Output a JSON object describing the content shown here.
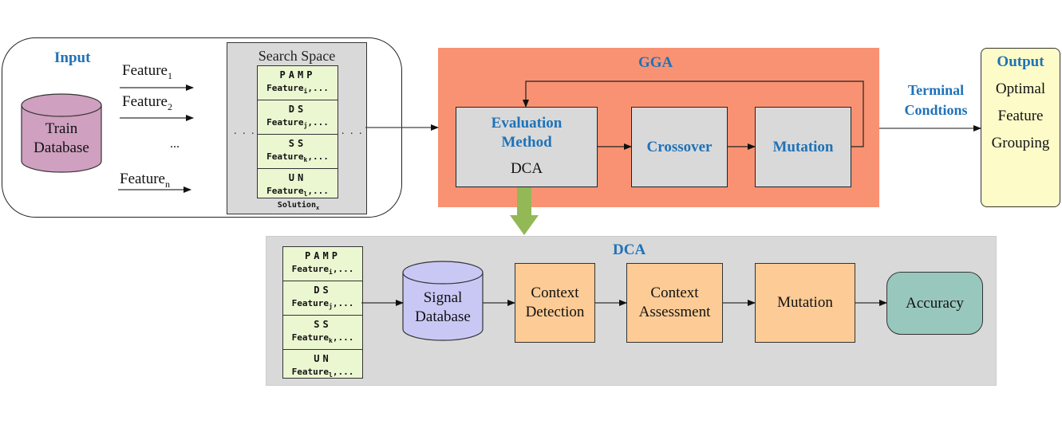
{
  "input": {
    "title": "Input",
    "database": [
      "Train",
      "Database"
    ],
    "features": [
      {
        "name": "Feature",
        "sub": "1"
      },
      {
        "name": "Feature",
        "sub": "2"
      },
      {
        "name": "Feature",
        "sub": "n"
      }
    ],
    "ellipsis": "..."
  },
  "search_space": {
    "title": "Search Space",
    "left_dots": ". . .",
    "right_dots": ". . .",
    "cells": [
      {
        "group": "PAMP",
        "feature": "Feature",
        "sub": "i",
        "suffix": ",..."
      },
      {
        "group": "DS",
        "feature": "Feature",
        "sub": "j",
        "suffix": ",..."
      },
      {
        "group": "SS",
        "feature": "Feature",
        "sub": "k",
        "suffix": ",..."
      },
      {
        "group": "UN",
        "feature": "Feature",
        "sub": "l",
        "suffix": ",..."
      }
    ],
    "solution": {
      "name": "Solution",
      "sub": "x"
    }
  },
  "gga": {
    "title": "GGA",
    "evaluation": {
      "title_line1": "Evaluation",
      "title_line2": "Method",
      "sub": "DCA"
    },
    "crossover": "Crossover",
    "mutation": "Mutation"
  },
  "terminal": {
    "line1": "Terminal",
    "line2": "Condtions"
  },
  "output": {
    "title": "Output",
    "lines": [
      "Optimal",
      "Feature",
      "Grouping"
    ]
  },
  "dca": {
    "title": "DCA",
    "cells": [
      {
        "group": "PAMP",
        "feature": "Feature",
        "sub": "i",
        "suffix": ",..."
      },
      {
        "group": "DS",
        "feature": "Feature",
        "sub": "j",
        "suffix": ",..."
      },
      {
        "group": "SS",
        "feature": "Feature",
        "sub": "k",
        "suffix": ",..."
      },
      {
        "group": "UN",
        "feature": "Feature",
        "sub": "l",
        "suffix": ",..."
      }
    ],
    "signal_db": [
      "Signal",
      "Database"
    ],
    "context_detection": [
      "Context",
      "Detection"
    ],
    "context_assessment": [
      "Context",
      "Assessment"
    ],
    "mutation": "Mutation",
    "accuracy": "Accuracy"
  },
  "colors": {
    "title_blue": "#1f72b8",
    "gga_bg": "#f99272",
    "box_gray": "#d9d9d9",
    "solution_green": "#ebf7d1",
    "train_db": "#cfa0c0",
    "signal_db": "#c9c8f5",
    "dca_step": "#fdcb95",
    "accuracy": "#98c7bd",
    "output_bg": "#fdfcc9",
    "down_arrow": "#93b856"
  }
}
